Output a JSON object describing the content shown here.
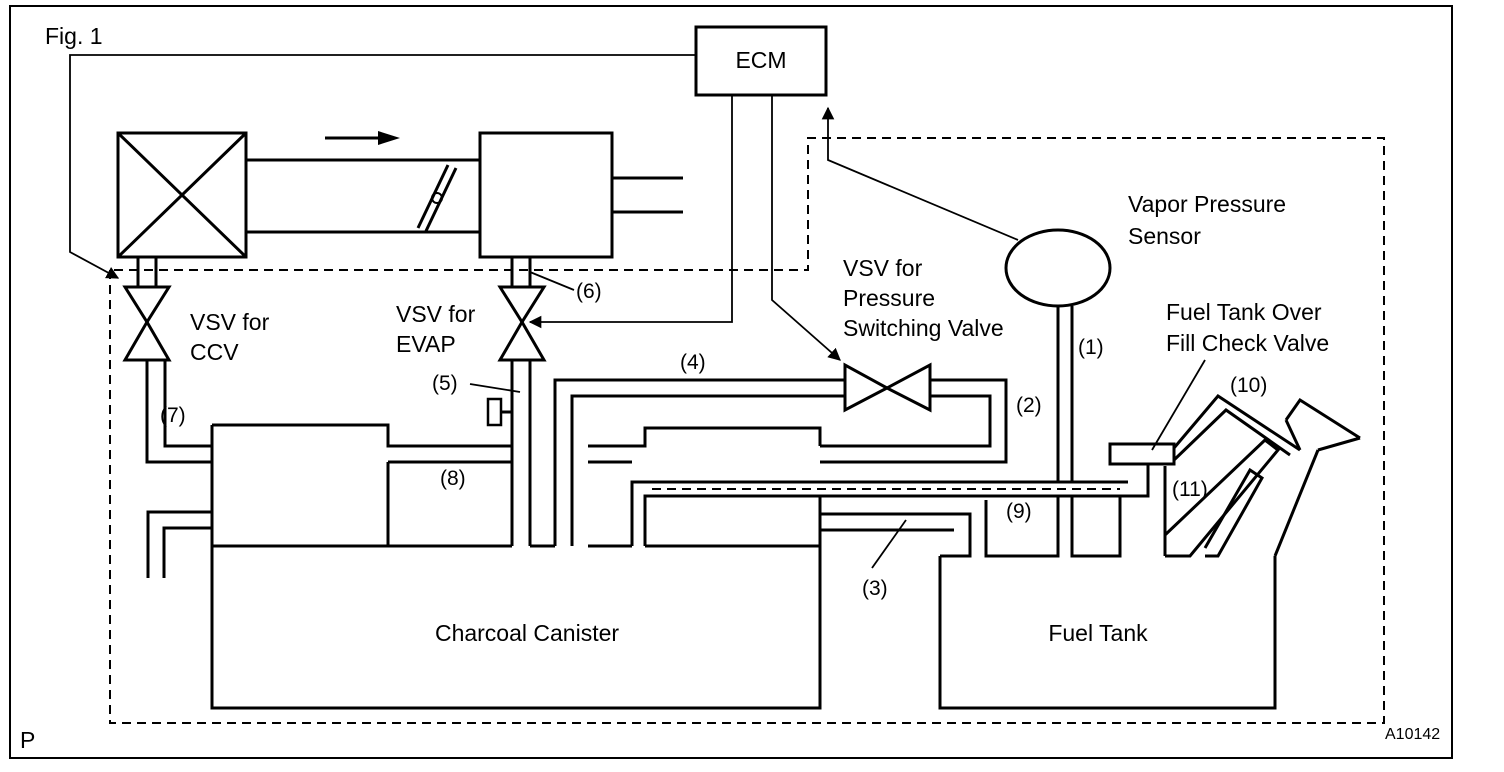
{
  "figure": {
    "label": "Fig. 1",
    "corner_mark": "P",
    "code": "A10142"
  },
  "components": {
    "ecm": "ECM",
    "vapor_pressure_sensor": [
      "Vapor Pressure",
      "Sensor"
    ],
    "vsv_pressure_switching": [
      "VSV for",
      "Pressure",
      "Switching Valve"
    ],
    "vsv_ccv": [
      "VSV for",
      "CCV"
    ],
    "vsv_evap": [
      "VSV for",
      "EVAP"
    ],
    "fuel_tank_overfill_check_valve": [
      "Fuel Tank Over",
      "Fill Check Valve"
    ],
    "charcoal_canister": "Charcoal Canister",
    "fuel_tank": "Fuel Tank"
  },
  "port_numbers": {
    "p1": "(1)",
    "p2": "(2)",
    "p3": "(3)",
    "p4": "(4)",
    "p5": "(5)",
    "p6": "(6)",
    "p7": "(7)",
    "p8": "(8)",
    "p9": "(9)",
    "p10": "(10)",
    "p11": "(11)"
  }
}
